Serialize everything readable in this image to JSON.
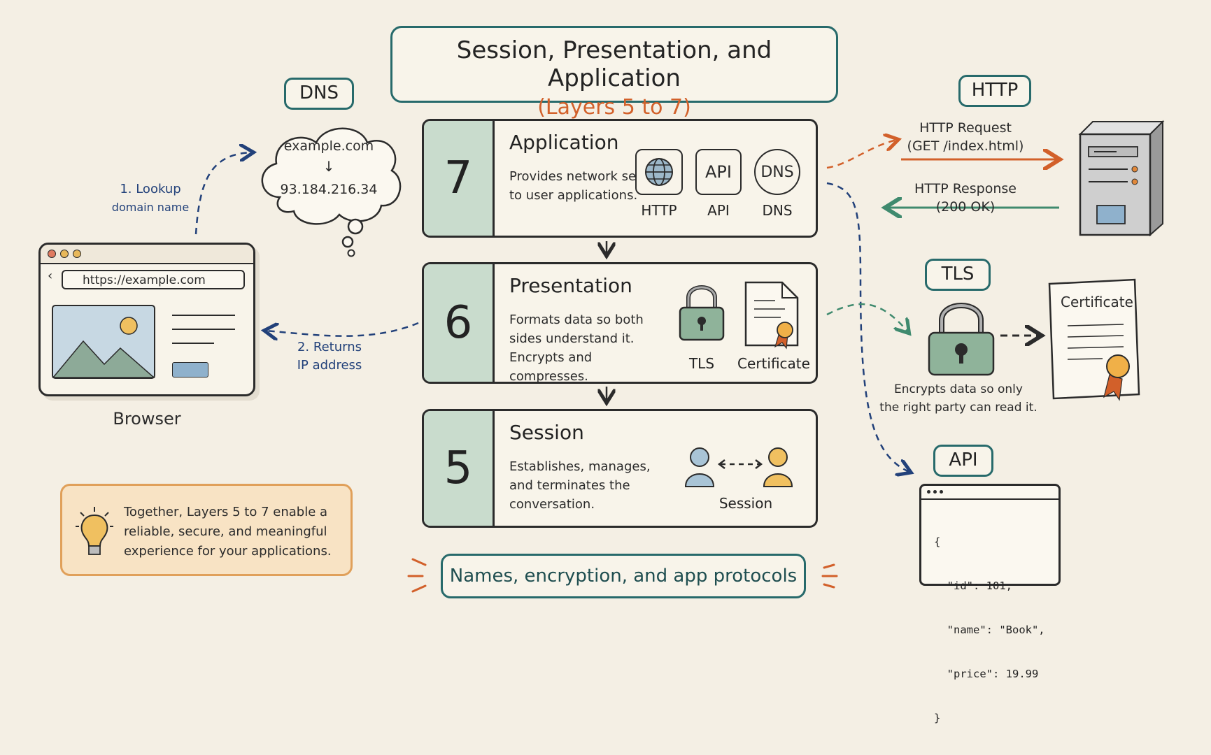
{
  "title": {
    "main": "Session, Presentation, and Application",
    "sub": "(Layers 5 to 7)"
  },
  "layers": [
    {
      "number": "7",
      "name": "Application",
      "description": "Provides network services to user applications.",
      "icons": [
        "HTTP",
        "API",
        "DNS"
      ],
      "icon_names": [
        "globe-icon",
        "api-icon",
        "dns-icon"
      ]
    },
    {
      "number": "6",
      "name": "Presentation",
      "description": "Formats data so both sides understand it. Encrypts and compresses.",
      "icons": [
        "TLS",
        "Certificate"
      ],
      "icon_names": [
        "padlock-icon",
        "certificate-icon"
      ]
    },
    {
      "number": "5",
      "name": "Session",
      "description": "Establishes, manages, and terminates the conversation.",
      "icons": [
        "Session"
      ],
      "icon_names": [
        "users-session-icon"
      ]
    }
  ],
  "dns": {
    "tag": "DNS",
    "domain": "example.com",
    "arrow": "↓",
    "ip": "93.184.216.34"
  },
  "browser": {
    "url": "https://example.com",
    "label": "Browser"
  },
  "steps": {
    "lookup_line1": "1. Lookup",
    "lookup_line2": "domain name",
    "returns_line1": "2. Returns",
    "returns_line2": "IP address"
  },
  "http": {
    "tag": "HTTP",
    "request_line1": "HTTP Request",
    "request_line2": "(GET /index.html)",
    "response_line1": "HTTP Response",
    "response_line2": "(200 OK)"
  },
  "tls": {
    "tag": "TLS",
    "certificate_label": "Certificate",
    "caption_line1": "Encrypts data so only",
    "caption_line2": "the right party can read it."
  },
  "api": {
    "tag": "API",
    "json_lines": [
      "{",
      "  \"id\": 101,",
      "  \"name\": \"Book\",",
      "  \"price\": 19.99",
      "}"
    ]
  },
  "tip": {
    "text": "Together, Layers 5 to 7 enable a reliable, secure, and meaningful experience for your applications."
  },
  "footer": {
    "text": "Names, encryption, and app protocols"
  },
  "colors": {
    "teal": "#276a6b",
    "orange": "#d2602a",
    "green": "#3f8a6e",
    "navy": "#22417a",
    "layer_fill": "#c9dccd"
  }
}
